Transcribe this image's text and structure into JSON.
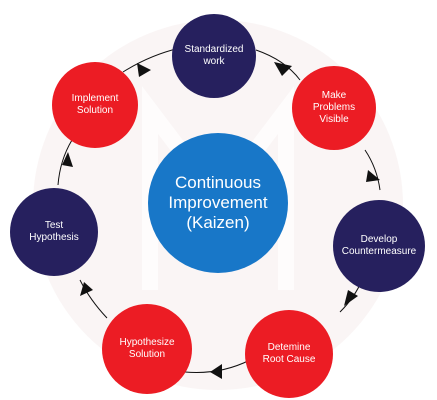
{
  "diagram": {
    "center": {
      "label": "Continuous\nImprovement\n(Kaizen)",
      "color": "#1877c8"
    },
    "colors": {
      "navy": "#26205e",
      "red": "#ec1c24",
      "arrow": "#111111"
    },
    "nodes": [
      {
        "id": "standardized-work",
        "label": "Standardized\nwork",
        "color": "#26205e"
      },
      {
        "id": "make-problems-visible",
        "label": "Make\nProblems\nVisible",
        "color": "#ec1c24"
      },
      {
        "id": "develop-countermeasure",
        "label": "Develop\nCountermeasure",
        "color": "#26205e"
      },
      {
        "id": "detemine-root-cause",
        "label": "Detemine\nRoot Cause",
        "color": "#ec1c24"
      },
      {
        "id": "hypothesize-solution",
        "label": "Hypothesize\nSolution",
        "color": "#ec1c24"
      },
      {
        "id": "test-hypothesis",
        "label": "Test\nHypothesis",
        "color": "#26205e"
      },
      {
        "id": "implement-solution",
        "label": "Implement\nSolution",
        "color": "#ec1c24"
      }
    ]
  }
}
